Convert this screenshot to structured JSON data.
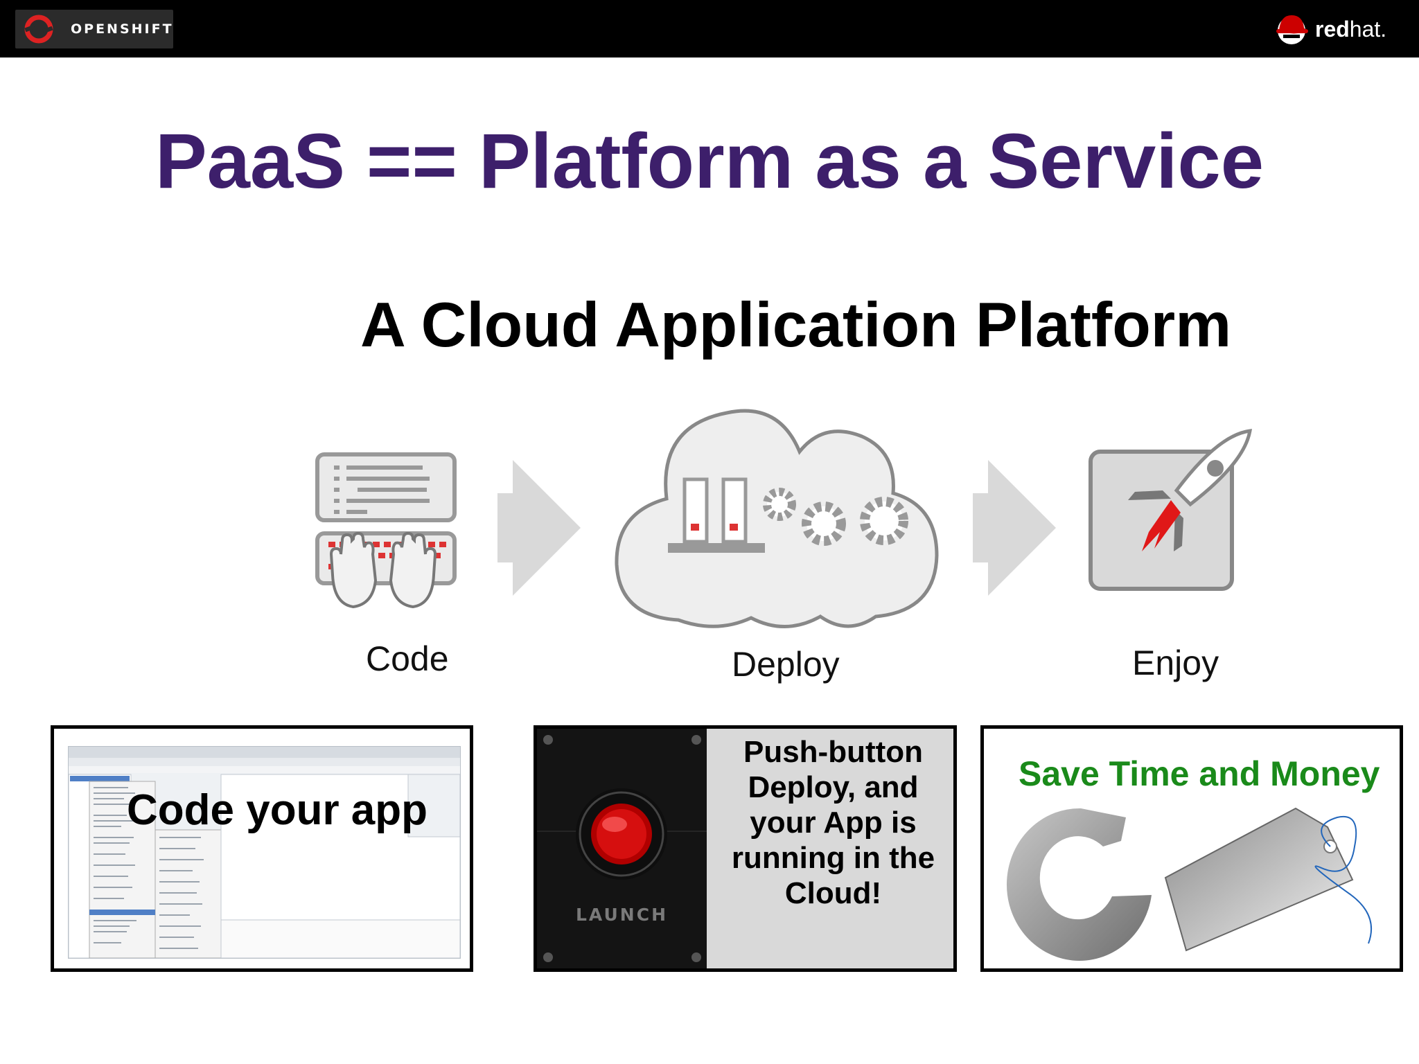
{
  "header": {
    "openshift_logo_text": "OPENSHIFT",
    "redhat_logo_text_bold": "red",
    "redhat_logo_text_light": "hat."
  },
  "slide": {
    "title": "PaaS == Platform as a Service",
    "subtitle": "A Cloud Application Platform"
  },
  "steps": [
    {
      "label": "Code",
      "icon": "keyboard-hands-icon"
    },
    {
      "label": "Deploy",
      "icon": "cloud-gears-icon"
    },
    {
      "label": "Enjoy",
      "icon": "rocket-icon"
    }
  ],
  "panels": {
    "code": {
      "label": "Code your app"
    },
    "deploy": {
      "button_label": "LAUNCH",
      "text": "Push-button Deploy, and your App is running in the Cloud!"
    },
    "save": {
      "label": "Save Time and Money"
    }
  },
  "colors": {
    "title": "#3d1f6b",
    "save_text": "#1a8a1a",
    "topbar": "#000000",
    "accent_red": "#cc0000"
  }
}
